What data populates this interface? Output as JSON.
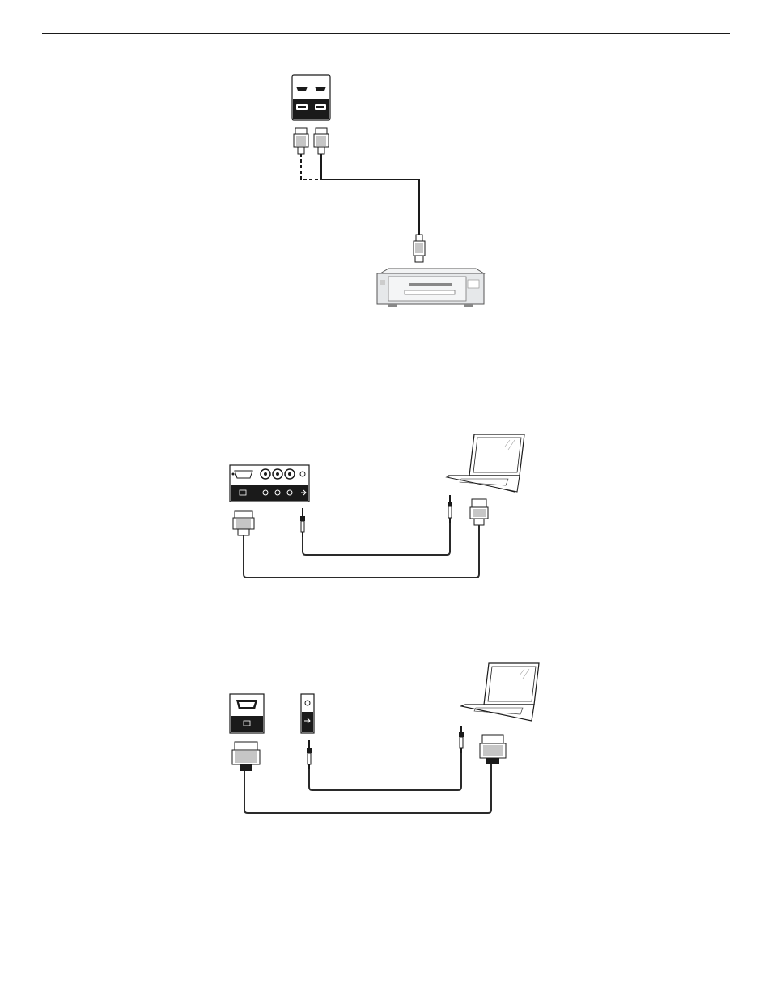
{
  "page": {
    "rules": [
      "top",
      "bottom"
    ]
  },
  "figures": [
    {
      "id": "hdmi-to-player",
      "icons": [
        "hdmi-port-panel-icon",
        "hdmi-plug-icon",
        "hdmi-plug-icon",
        "dvd-player-icon"
      ]
    },
    {
      "id": "vga-audio-to-laptop",
      "icons": [
        "input-panel-icon",
        "vga-plug-icon",
        "audio-jack-plug-icon",
        "laptop-icon"
      ]
    },
    {
      "id": "vga-audio-to-laptop-alt",
      "icons": [
        "vga-port-icon",
        "audio-port-icon",
        "vga-plug-icon",
        "audio-jack-plug-icon",
        "laptop-icon"
      ]
    }
  ],
  "colors": {
    "line": "#1a1a1a",
    "device_fill": "#e6e8ea",
    "cable": "#2a2a2a"
  }
}
